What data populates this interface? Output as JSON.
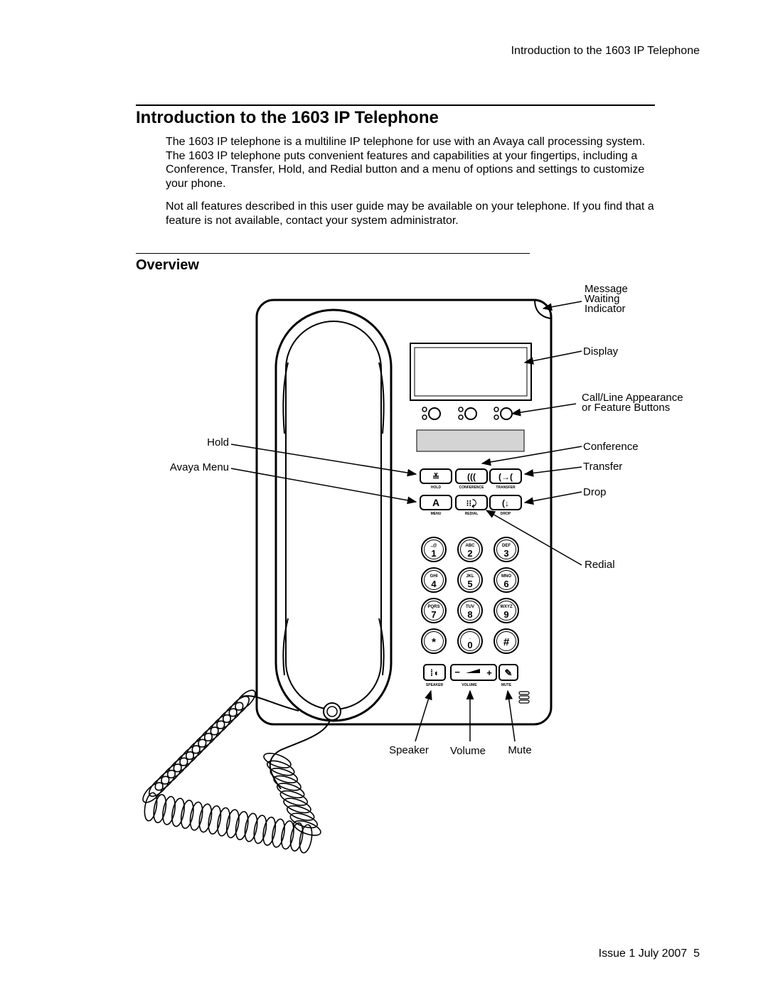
{
  "header": {
    "running_title": "Introduction to the 1603 IP Telephone"
  },
  "title": "Introduction to the 1603 IP Telephone",
  "intro": {
    "paragraphs": [
      "The 1603 IP telephone is a multiline IP telephone for use with an Avaya call processing system. The 1603 IP telephone puts convenient features and capabilities at your fingertips, including a Conference, Transfer, Hold, and Redial button and a menu of options and settings to customize your phone.",
      "Not all features described in this user guide may be available on your telephone. If you find that a feature is not available, contact your system administrator."
    ]
  },
  "overview": {
    "title": "Overview"
  },
  "figure": {
    "callouts": {
      "message_waiting": [
        "Message",
        "Waiting",
        "Indicator"
      ],
      "display": "Display",
      "call_line": [
        "Call/Line Appearance",
        "or Feature Buttons"
      ],
      "conference": "Conference",
      "transfer": "Transfer",
      "drop": "Drop",
      "redial": "Redial",
      "hold": "Hold",
      "avaya_menu": "Avaya Menu",
      "speaker": "Speaker",
      "volume": "Volume",
      "mute": "Mute"
    },
    "key_labels": {
      "hold": "HOLD",
      "conference": "CONFERENCE",
      "transfer": "TRANSFER",
      "menu": "MENU",
      "redial": "REDIAL",
      "drop": "DROP",
      "speaker": "SPEAKER",
      "volume": "VOLUME",
      "mute": "MUTE"
    },
    "keypad": [
      {
        "digit": "1",
        "letters": ".,@"
      },
      {
        "digit": "2",
        "letters": "ABC"
      },
      {
        "digit": "3",
        "letters": "DEF"
      },
      {
        "digit": "4",
        "letters": "GHI"
      },
      {
        "digit": "5",
        "letters": "JKL"
      },
      {
        "digit": "6",
        "letters": "MNO"
      },
      {
        "digit": "7",
        "letters": "PQRS"
      },
      {
        "digit": "8",
        "letters": "TUV"
      },
      {
        "digit": "9",
        "letters": "WXYZ"
      },
      {
        "digit": "*",
        "letters": ""
      },
      {
        "digit": "0",
        "letters": "_"
      },
      {
        "digit": "#",
        "letters": ""
      }
    ],
    "volume_minus": "−",
    "volume_plus": "+"
  },
  "footer": {
    "issue": "Issue 1 July 2007",
    "page": "5"
  }
}
